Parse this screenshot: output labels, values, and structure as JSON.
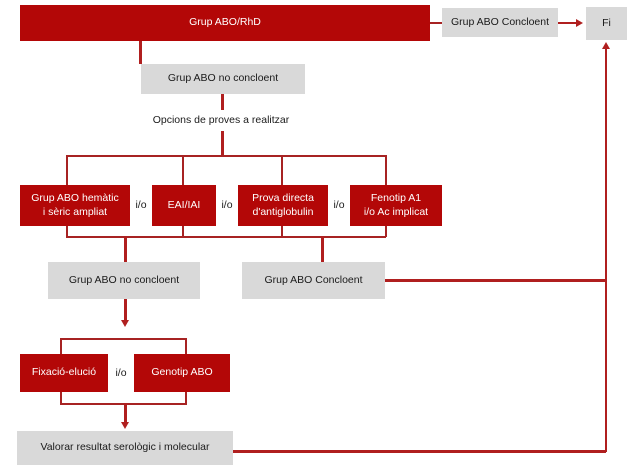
{
  "diagram": {
    "title_bar": {
      "label": "Grup ABO/RhD"
    },
    "nodes": {
      "top_conclusive": {
        "label": "Grup ABO Concloent"
      },
      "end": {
        "label": "Fi"
      },
      "inconclusive_1": {
        "label": "Grup ABO no concloent"
      },
      "options_label": {
        "label": "Opcions de proves a realitzar"
      },
      "test_1": {
        "label": "Grup ABO hemàtic\ni sèric ampliat"
      },
      "test_2": {
        "label": "EAI/IAI"
      },
      "test_3": {
        "label": "Prova directa\nd'antiglobulin"
      },
      "test_4": {
        "label": "Fenotip  A1\ni/o Ac implicat"
      },
      "inconclusive_2": {
        "label": "Grup ABO no concloent"
      },
      "conclusive_2": {
        "label": "Grup ABO Concloent"
      },
      "fixation": {
        "label": "Fixació-elució"
      },
      "genotype": {
        "label": "Genotip ABO"
      },
      "final_eval": {
        "label": "Valorar resultat serològic i molecular"
      }
    },
    "connectors": {
      "or_1": "i/o",
      "or_2": "i/o",
      "or_3": "i/o",
      "or_4": "i/o"
    },
    "colors": {
      "red_fill": "#b30707",
      "gray_fill": "#d9d9d9",
      "line": "#a72323",
      "text_light": "#ffffff",
      "text_dark": "#1a1a1a"
    }
  }
}
